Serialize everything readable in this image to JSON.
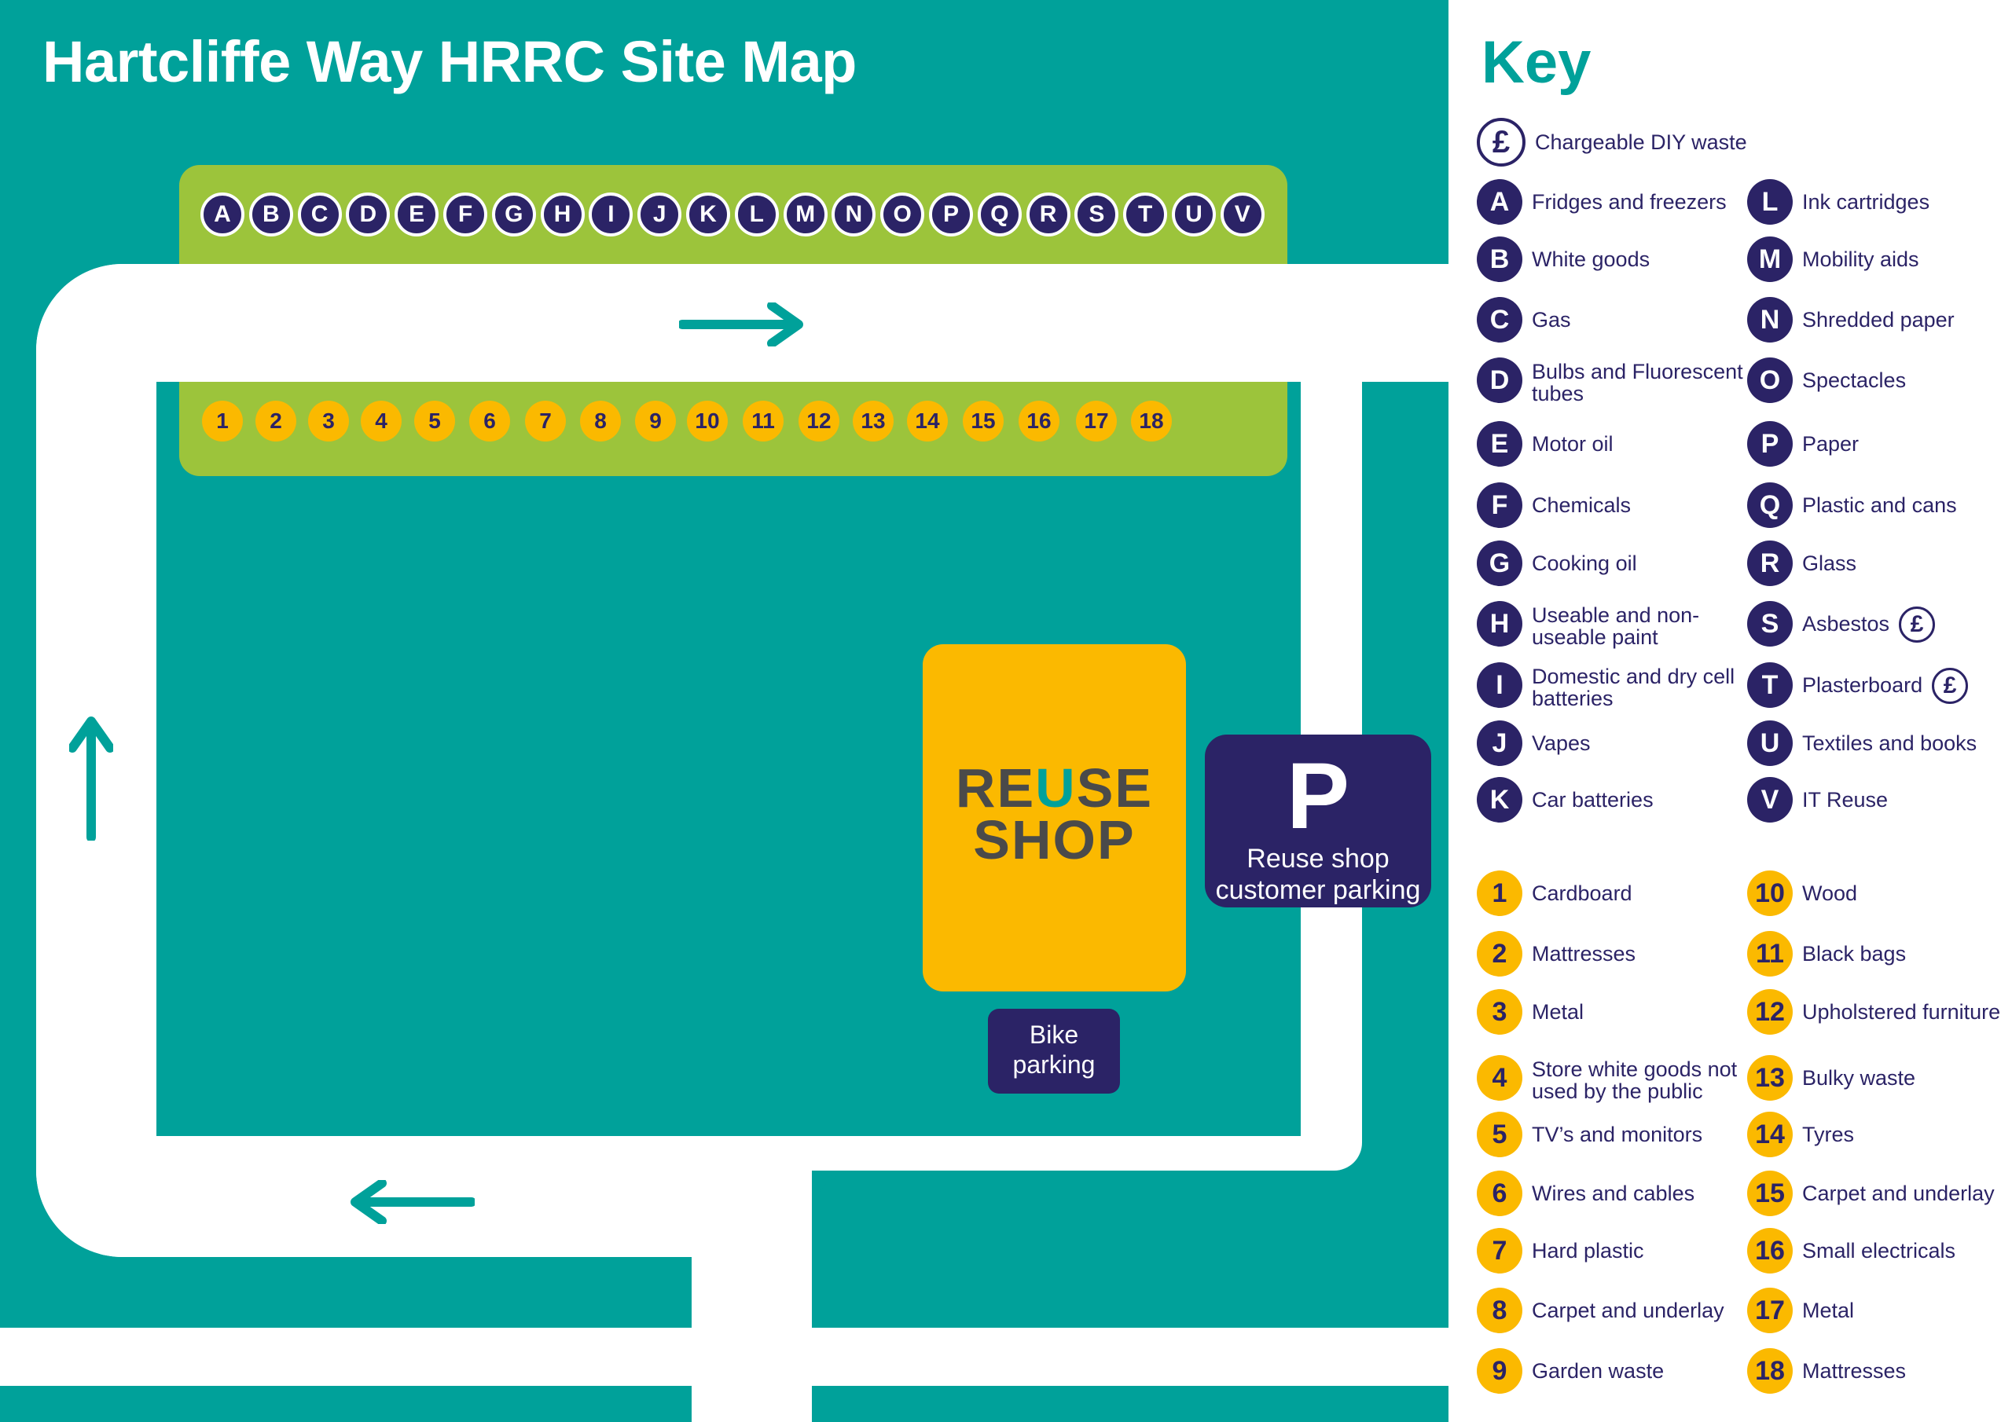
{
  "title": "Hartcliffe Way HRRC Site Map",
  "colors": {
    "teal": "#00a19a",
    "navy": "#2b2366",
    "yellow": "#fbb900",
    "green": "#9cc43b",
    "road": "#ffffff"
  },
  "map": {
    "letter_bays": [
      "A",
      "B",
      "C",
      "D",
      "E",
      "F",
      "G",
      "H",
      "I",
      "J",
      "K",
      "L",
      "M",
      "N",
      "O",
      "P",
      "Q",
      "R",
      "S",
      "T",
      "U",
      "V"
    ],
    "number_bays": [
      "1",
      "2",
      "3",
      "4",
      "5",
      "6",
      "7",
      "8",
      "9",
      "10",
      "11",
      "12",
      "13",
      "14",
      "15",
      "16",
      "17",
      "18"
    ],
    "reuse_shop": {
      "logo_line1_a": "RE",
      "logo_line1_u": "U",
      "logo_line1_b": "SE",
      "logo_line2": "SHOP"
    },
    "shop_parking": {
      "symbol": "P",
      "line1": "Reuse shop",
      "line2": "customer parking"
    },
    "bike_parking": {
      "line1": "Bike",
      "line2": "parking"
    },
    "arrows": [
      "arrow-right-icon",
      "arrow-up-icon",
      "arrow-left-icon"
    ]
  },
  "key": {
    "title": "Key",
    "chargeable": {
      "symbol": "£",
      "label": "Chargeable DIY waste"
    },
    "letters_left": [
      {
        "code": "A",
        "label": "Fridges and freezers"
      },
      {
        "code": "B",
        "label": "White goods"
      },
      {
        "code": "C",
        "label": "Gas"
      },
      {
        "code": "D",
        "label": "Bulbs and Fluorescent tubes"
      },
      {
        "code": "E",
        "label": "Motor oil"
      },
      {
        "code": "F",
        "label": "Chemicals"
      },
      {
        "code": "G",
        "label": "Cooking oil"
      },
      {
        "code": "H",
        "label": "Useable and non-useable paint"
      },
      {
        "code": "I",
        "label": "Domestic and dry cell batteries"
      },
      {
        "code": "J",
        "label": "Vapes"
      },
      {
        "code": "K",
        "label": "Car batteries"
      }
    ],
    "letters_right": [
      {
        "code": "L",
        "label": "Ink cartridges"
      },
      {
        "code": "M",
        "label": "Mobility aids"
      },
      {
        "code": "N",
        "label": "Shredded paper"
      },
      {
        "code": "O",
        "label": "Spectacles"
      },
      {
        "code": "P",
        "label": "Paper"
      },
      {
        "code": "Q",
        "label": "Plastic and cans"
      },
      {
        "code": "R",
        "label": "Glass"
      },
      {
        "code": "S",
        "label": "Asbestos",
        "chargeable": "£"
      },
      {
        "code": "T",
        "label": "Plasterboard",
        "chargeable": "£"
      },
      {
        "code": "U",
        "label": "Textiles and books"
      },
      {
        "code": "V",
        "label": "IT Reuse"
      }
    ],
    "numbers_left": [
      {
        "code": "1",
        "label": "Cardboard"
      },
      {
        "code": "2",
        "label": "Mattresses"
      },
      {
        "code": "3",
        "label": "Metal"
      },
      {
        "code": "4",
        "label": "Store white goods not used by the public"
      },
      {
        "code": "5",
        "label": "TV’s and monitors"
      },
      {
        "code": "6",
        "label": "Wires and cables"
      },
      {
        "code": "7",
        "label": "Hard plastic"
      },
      {
        "code": "8",
        "label": "Carpet and underlay"
      },
      {
        "code": "9",
        "label": "Garden waste"
      }
    ],
    "numbers_right": [
      {
        "code": "10",
        "label": "Wood"
      },
      {
        "code": "11",
        "label": "Black bags"
      },
      {
        "code": "12",
        "label": "Upholstered furniture"
      },
      {
        "code": "13",
        "label": "Bulky waste"
      },
      {
        "code": "14",
        "label": "Tyres"
      },
      {
        "code": "15",
        "label": "Carpet and underlay"
      },
      {
        "code": "16",
        "label": "Small electricals"
      },
      {
        "code": "17",
        "label": "Metal"
      },
      {
        "code": "18",
        "label": "Mattresses"
      }
    ]
  }
}
